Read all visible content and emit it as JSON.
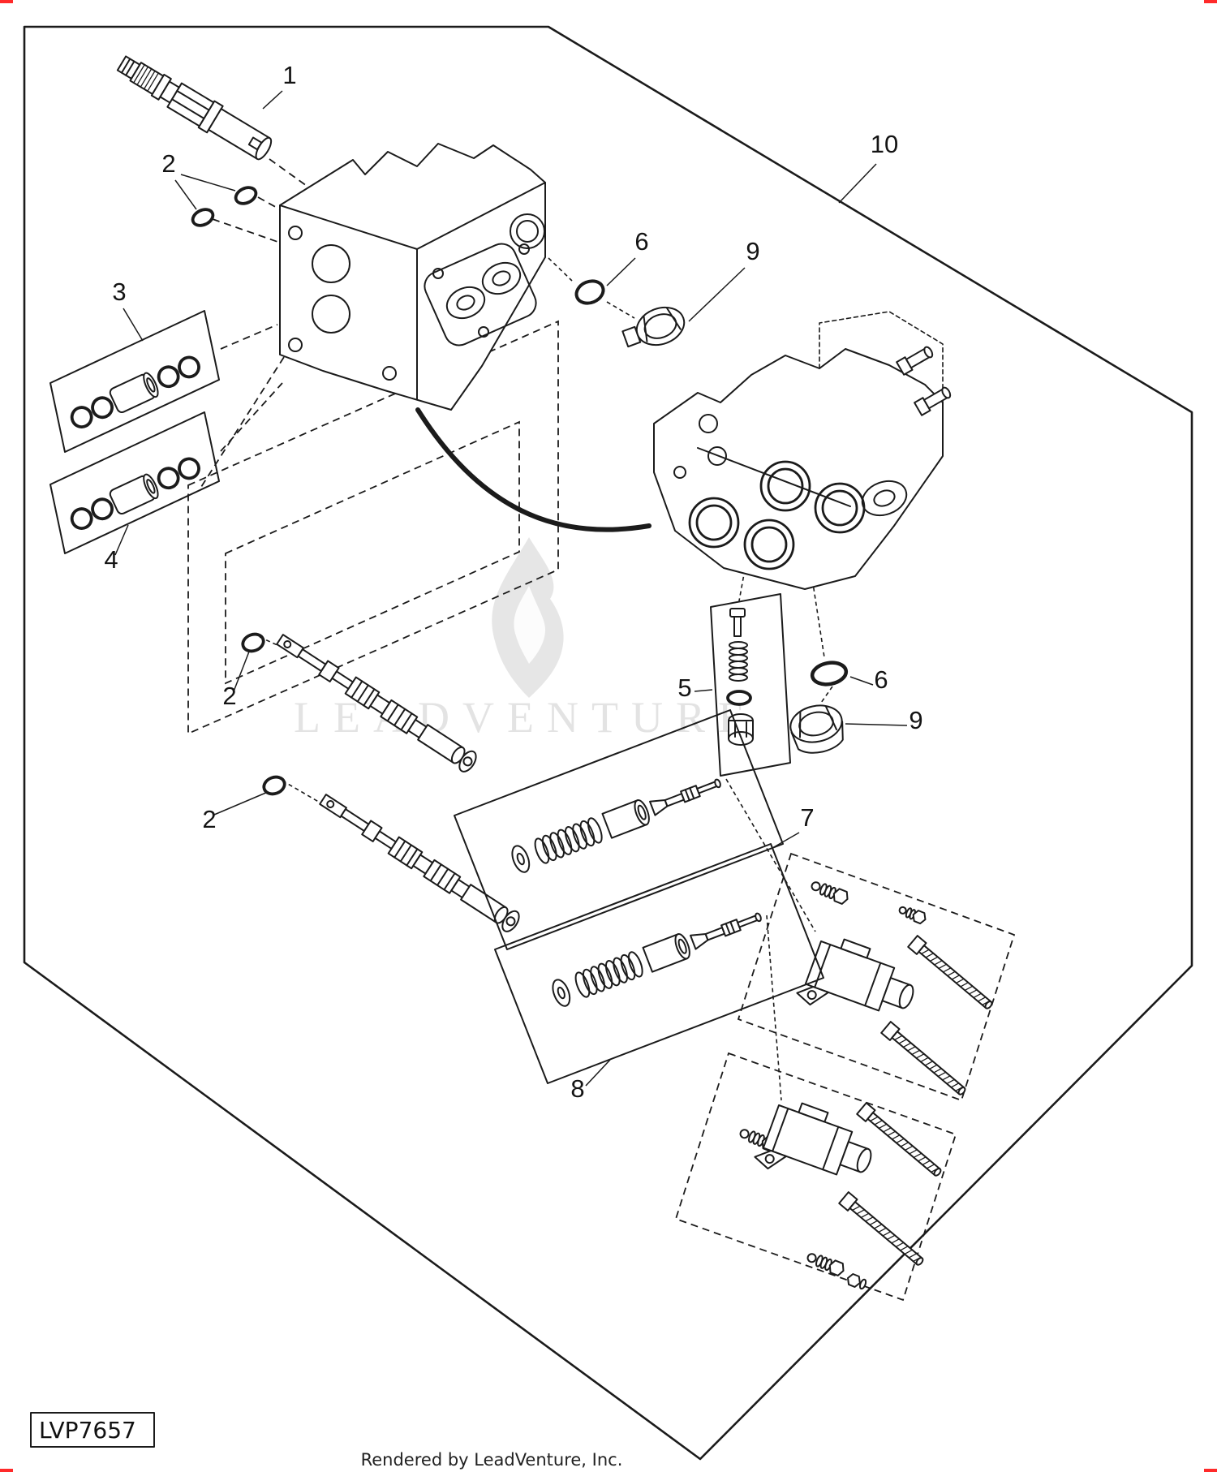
{
  "colors": {
    "line": "#1b1b1b",
    "background": "#ffffff",
    "watermark": "#d2d2d2",
    "crop_mark": "#ff2a2a"
  },
  "watermark": {
    "text": "LEADVENTURE"
  },
  "figure": {
    "code": "LVP7657"
  },
  "footer": {
    "text": "Rendered by LeadVenture, Inc."
  },
  "callouts": [
    {
      "label": "1"
    },
    {
      "label": "2"
    },
    {
      "label": "3"
    },
    {
      "label": "4"
    },
    {
      "label": "2"
    },
    {
      "label": "2"
    },
    {
      "label": "6"
    },
    {
      "label": "9"
    },
    {
      "label": "10"
    },
    {
      "label": "5"
    },
    {
      "label": "6"
    },
    {
      "label": "9"
    },
    {
      "label": "7"
    },
    {
      "label": "8"
    }
  ]
}
